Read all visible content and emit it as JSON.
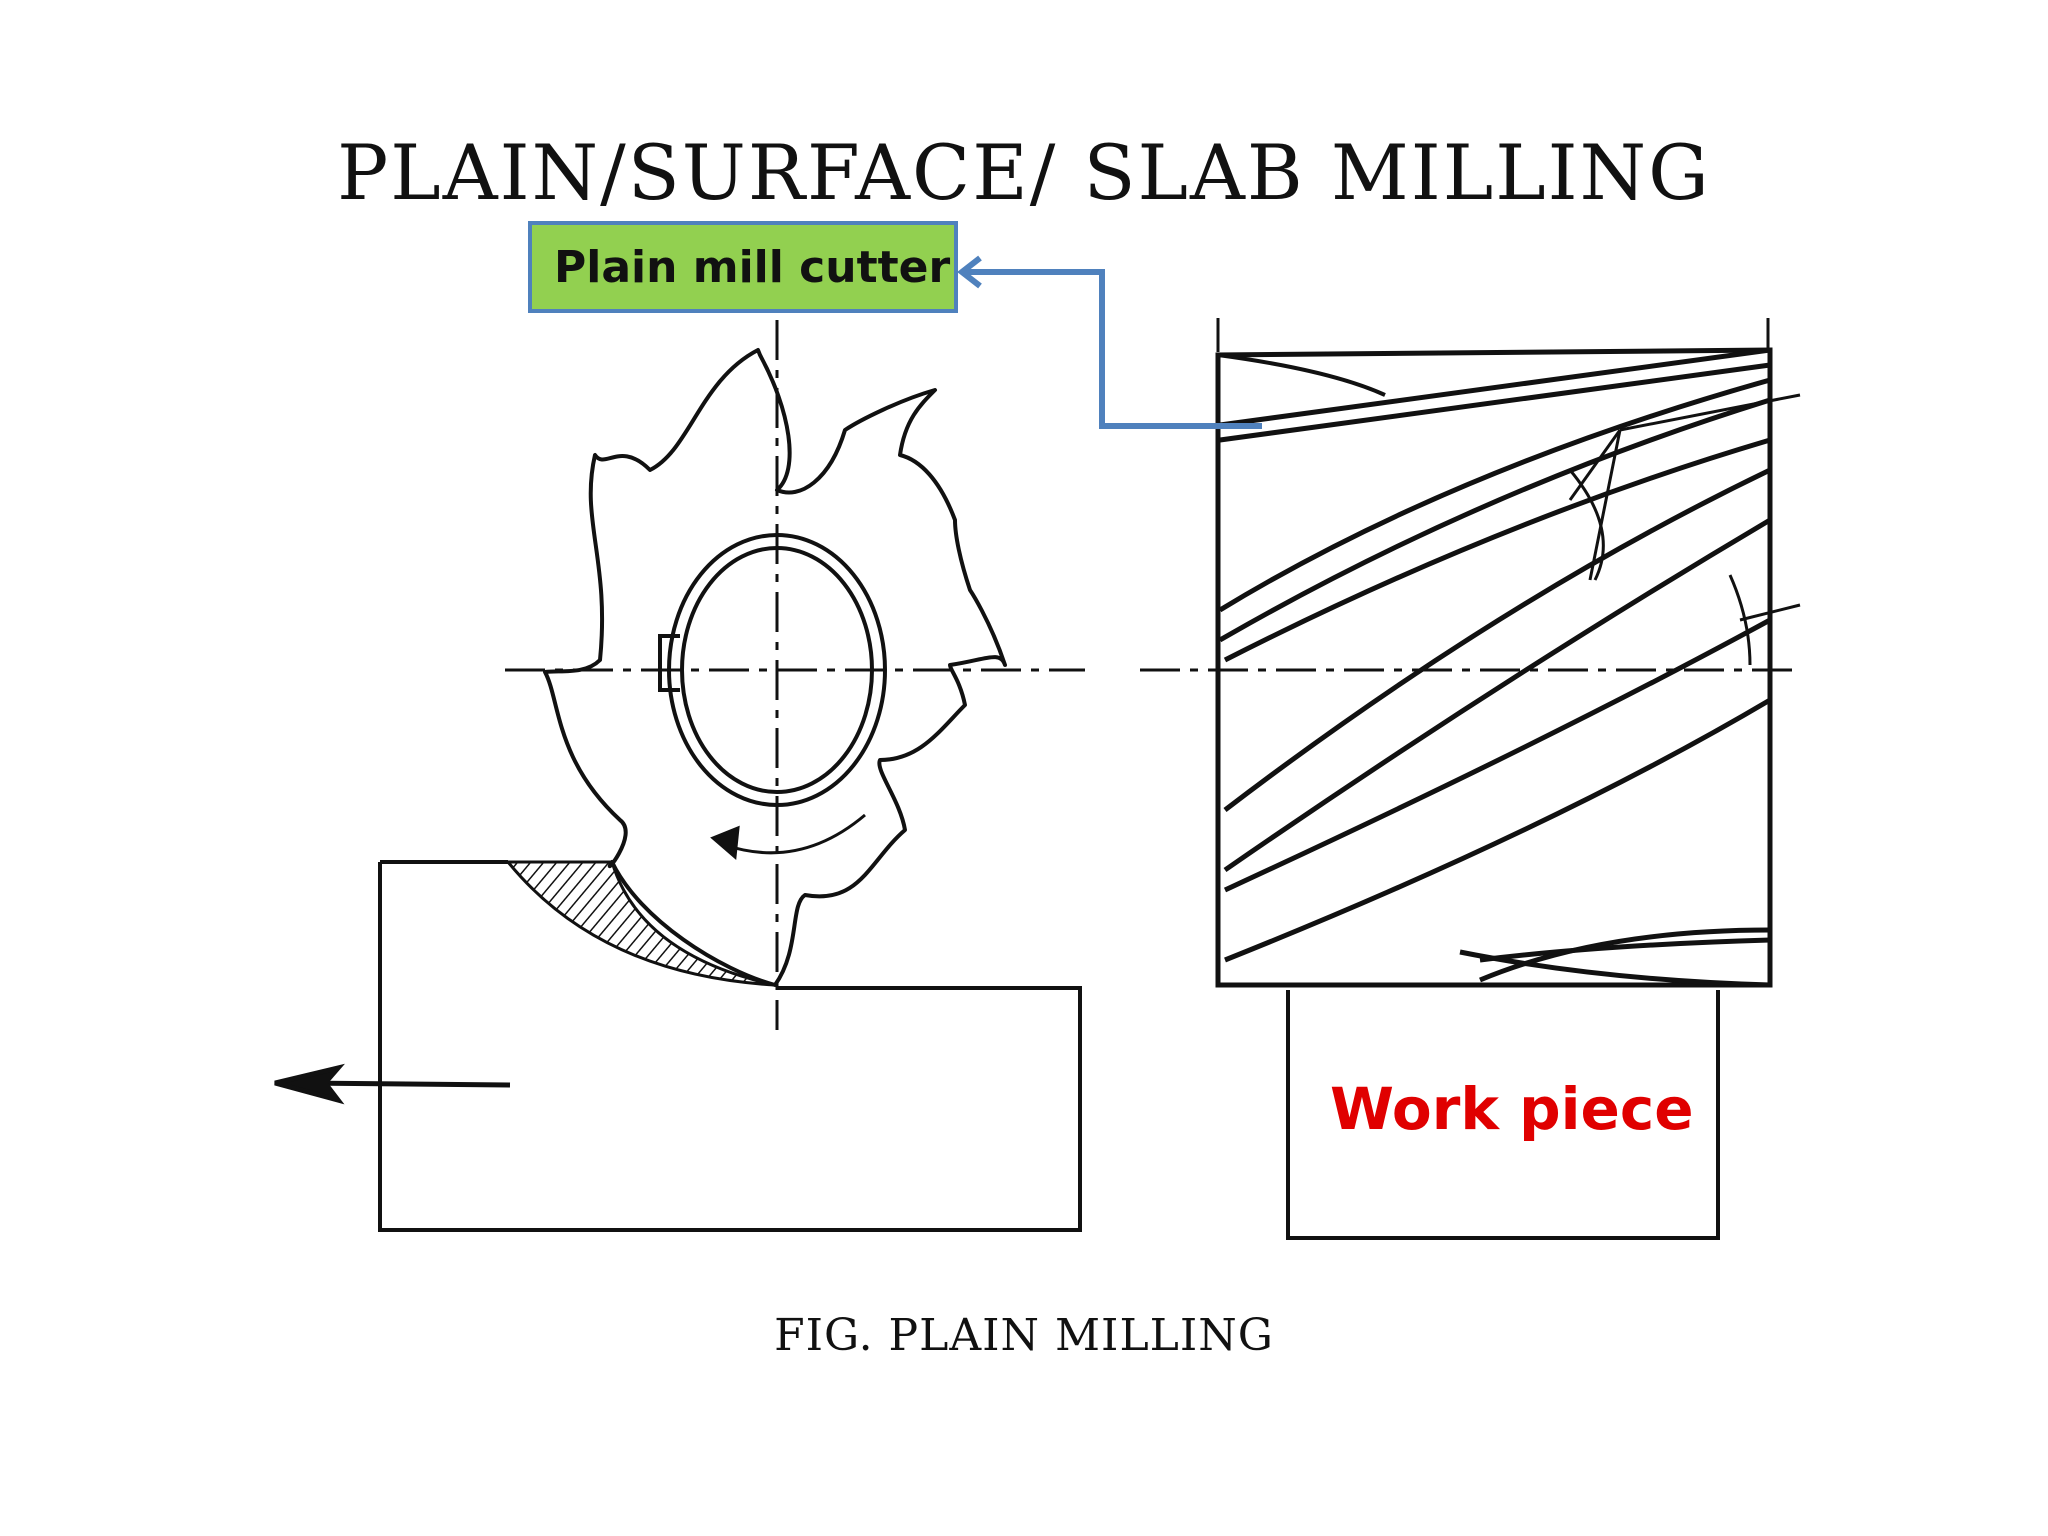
{
  "title": "PLAIN/SURFACE/ SLAB MILLING",
  "labels": {
    "cutter": "Plain mill cutter",
    "workpiece": "Work piece"
  },
  "caption": "FIG. PLAIN MILLING",
  "colors": {
    "callout_fill": "#92d050",
    "callout_border": "#4f81bd",
    "arrow": "#4f81bd",
    "workpiece_text": "#e00000"
  }
}
